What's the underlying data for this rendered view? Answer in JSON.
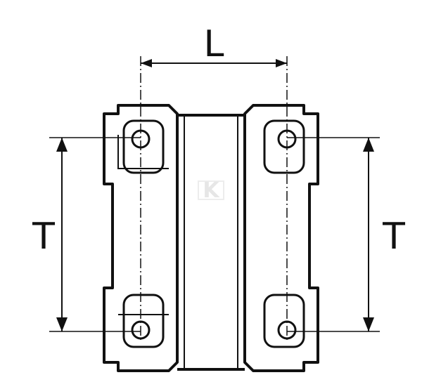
{
  "dimensions": {
    "length_label": "L",
    "height_left_label": "T",
    "height_right_label": "T"
  },
  "watermark": "K",
  "colors": {
    "line": "#111111",
    "background": "#ffffff",
    "watermark": "#e6e6e6"
  }
}
